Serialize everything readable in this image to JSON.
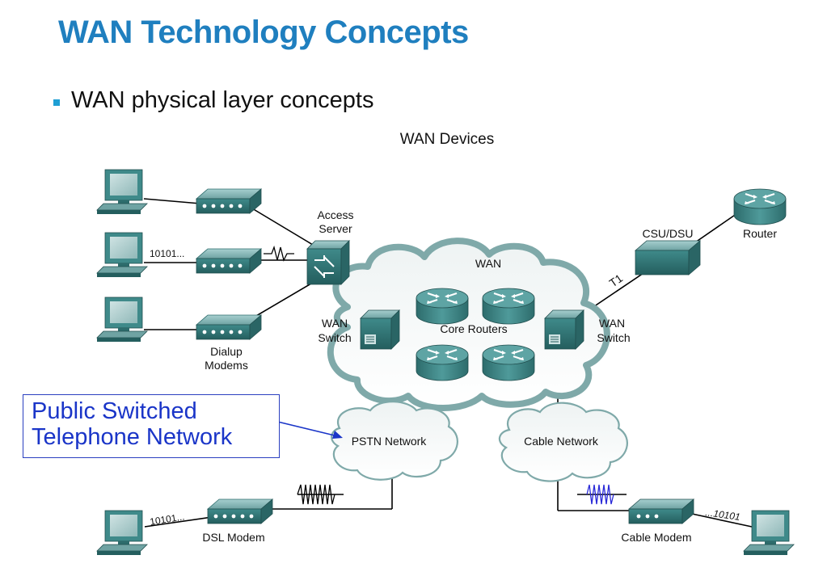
{
  "title": "WAN Technology Concepts",
  "bullet": "WAN physical layer concepts",
  "diagram": {
    "heading": "WAN Devices",
    "labels": {
      "access_server_1": "Access",
      "access_server_2": "Server",
      "dialup_1": "Dialup",
      "dialup_2": "Modems",
      "wan": "WAN",
      "core_routers": "Core Routers",
      "wan_switch_left_1": "WAN",
      "wan_switch_left_2": "Switch",
      "wan_switch_right_1": "WAN",
      "wan_switch_right_2": "Switch",
      "csu_dsu": "CSU/DSU",
      "router": "Router",
      "t1": "T1",
      "bits_modem": "10101...",
      "bits_dsl": "10101...",
      "bits_cable": "...10101",
      "pstn_network": "PSTN Network",
      "cable_network": "Cable Network",
      "dsl_modem": "DSL Modem",
      "cable_modem": "Cable Modem"
    }
  },
  "callout": {
    "line1": "Public Switched",
    "line2": "Telephone Network"
  },
  "colors": {
    "title": "#1f7fbf",
    "bullet": "#1f9fd4",
    "callout": "#1a35c8",
    "device": "#3f8a8a",
    "cloud_edge": "#7fa9a9"
  }
}
